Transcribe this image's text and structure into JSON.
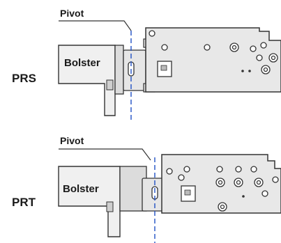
{
  "diagrams": [
    {
      "id": "prs",
      "side_label": "PRS",
      "pivot_label": "Pivot",
      "bolster_label": "Bolster"
    },
    {
      "id": "prt",
      "side_label": "PRT",
      "pivot_label": "Pivot",
      "bolster_label": "Bolster"
    }
  ],
  "colors": {
    "plate_fill": "#e8e8e8",
    "bolster_fill": "#f0f0f0",
    "outline": "#333333",
    "pivot_line": "#1f4fc4"
  }
}
